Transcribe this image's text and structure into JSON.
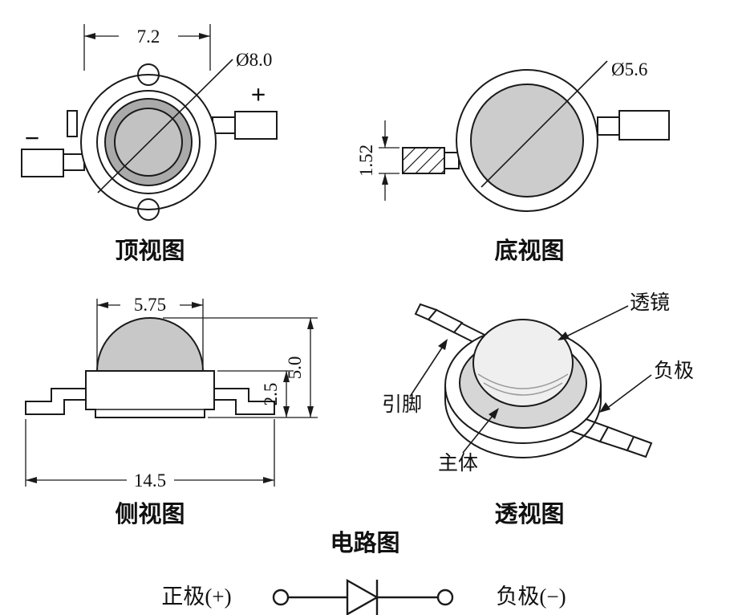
{
  "top_view": {
    "title": "顶视图",
    "dim_width": "7.2",
    "dim_diameter": "Ø8.0",
    "plus": "+",
    "minus": "−"
  },
  "bottom_view": {
    "title": "底视图",
    "dim_diameter": "Ø5.6",
    "dim_lead": "1.52"
  },
  "side_view": {
    "title": "侧视图",
    "dim_lens": "5.75",
    "dim_total_height": "5.0",
    "dim_body_height": "2.5",
    "dim_total_width": "14.5"
  },
  "perspective_view": {
    "title": "透视图",
    "callout_lens": "透镜",
    "callout_pin": "引脚",
    "callout_negative": "负极",
    "callout_body": "主体"
  },
  "circuit": {
    "title": "电路图",
    "anode_label": "正极(+)",
    "cathode_label": "负极(−)"
  },
  "colors": {
    "outline": "#1a1a1a",
    "lens_ring": "#aaaaaa",
    "lens_center": "#c2c2c2",
    "pad_fill": "#cccccc",
    "dome_fill": "#c8c8c8",
    "persp_seat": "#d6d6d6",
    "persp_lens": "#efefef"
  }
}
